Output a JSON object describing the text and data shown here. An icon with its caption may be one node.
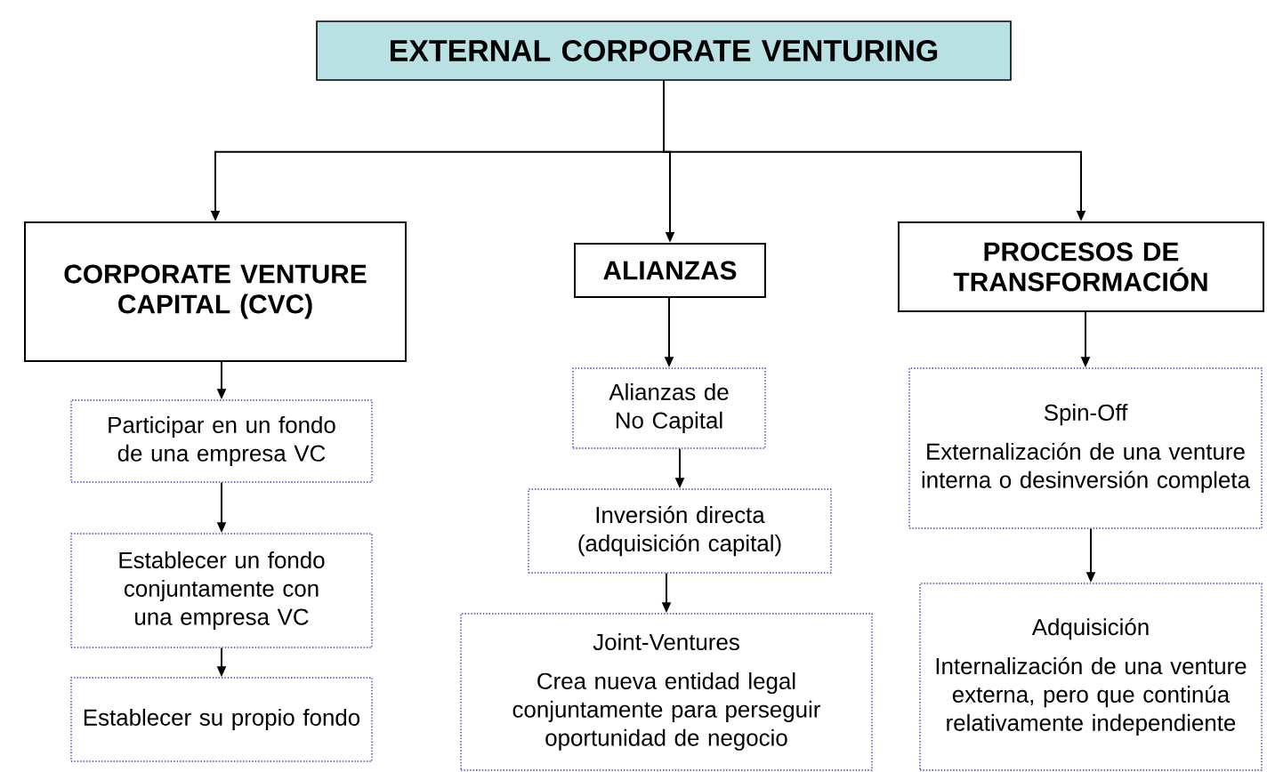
{
  "diagram": {
    "nodes": [
      {
        "text": [
          "EXTERNAL CORPORATE VENTURING"
        ]
      },
      {
        "text": [
          "CORPORATE VENTURE CAPITAL (CVC)"
        ]
      },
      {
        "text": [
          "ALIANZAS"
        ]
      },
      {
        "text": [
          "PROCESOS DE TRANSFORMACIÓN"
        ]
      },
      {
        "text": [
          "Participar en un fondo de una empresa VC"
        ]
      },
      {
        "text": [
          "Establecer un fondo conjuntamente con una empresa VC"
        ]
      },
      {
        "text": [
          "Establecer su propio fondo"
        ]
      },
      {
        "text": [
          "Alianzas de No Capital"
        ]
      },
      {
        "text": [
          "Inversión directa (adquisición capital)"
        ]
      },
      {
        "text": [
          "Joint-Ventures",
          "Crea nueva entidad legal conjuntamente para perseguir oportunidad de negocio"
        ]
      },
      {
        "text": [
          "Spin-Off",
          "Externalización de una venture interna o desinversión completa"
        ]
      },
      {
        "text": [
          "Adquisición",
          "Internalización de una venture externa, pero que continúa relativamente independiente"
        ]
      }
    ],
    "edges": [
      {
        "from": 0,
        "to": 1,
        "arrow": "to"
      },
      {
        "from": 0,
        "to": 2,
        "arrow": "to"
      },
      {
        "from": 0,
        "to": 3,
        "arrow": "to"
      },
      {
        "from": 1,
        "to": 4,
        "arrow": "to"
      },
      {
        "from": 4,
        "to": 5,
        "arrow": "to"
      },
      {
        "from": 5,
        "to": 6,
        "arrow": "to"
      },
      {
        "from": 2,
        "to": 7,
        "arrow": "to"
      },
      {
        "from": 7,
        "to": 8,
        "arrow": "to"
      },
      {
        "from": 8,
        "to": 9,
        "arrow": "to"
      },
      {
        "from": 3,
        "to": 10,
        "arrow": "to"
      },
      {
        "from": 10,
        "to": 11,
        "arrow": "to"
      }
    ]
  }
}
